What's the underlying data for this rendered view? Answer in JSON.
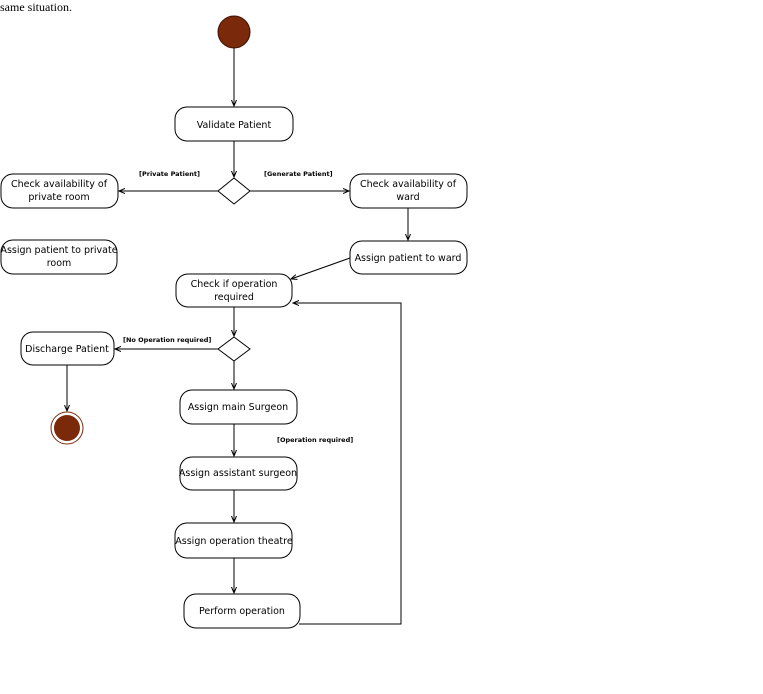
{
  "intro_text": "same situation.",
  "colors": {
    "start_fill": "#7a2a0a",
    "end_fill": "#7a2a0a",
    "stroke": "#000000"
  },
  "nodes": {
    "validate": [
      "Validate Patient"
    ],
    "check_private": [
      "Check availability of",
      "private room"
    ],
    "check_ward": [
      "Check availability of",
      "ward"
    ],
    "assign_private": [
      "Assign patient to private",
      "room"
    ],
    "assign_ward": [
      "Assign patient to ward"
    ],
    "check_operation": [
      "Check if operation",
      "required"
    ],
    "discharge": [
      "Discharge Patient"
    ],
    "main_surgeon": [
      "Assign main Surgeon"
    ],
    "assistant_surgeon": [
      "Assign assistant surgeon"
    ],
    "operation_theatre": [
      "Assign operation theatre"
    ],
    "perform_operation": [
      "Perform operation"
    ]
  },
  "guards": {
    "private_patient": "[Private Patient]",
    "generate_patient": "[Generate Patient]",
    "no_operation": "[No Operation required]",
    "operation_required": "[Operation required]"
  }
}
